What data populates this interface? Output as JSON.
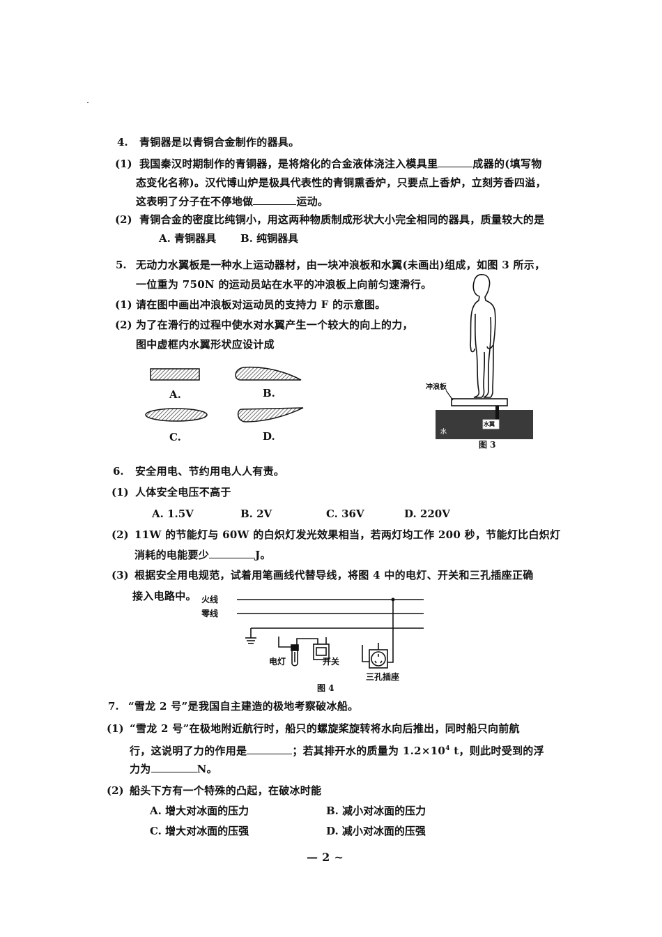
{
  "page_number": "— 2 ~",
  "q4": {
    "number": "4.",
    "stem": "青铜器是以青铜合金制作的器具。",
    "sub1": {
      "number": "(1)",
      "line1_a": "我国秦汉时期制作的青铜器，是将熔化的合金液体浇注入模具里",
      "line1_b": "成器的(填写物",
      "line2": "态变化名称)。汉代博山炉是极具代表性的青铜熏香炉，只要点上香炉，立刻芳香四溢，",
      "line3_a": "这表明了分子在不停地做",
      "line3_b": "运动。"
    },
    "sub2": {
      "number": "(2)",
      "text": "青铜合金的密度比纯铜小，用这两种物质制成形状大小完全相同的器具，质量较大的是",
      "options": [
        "A. 青铜器具",
        "B. 纯铜器具"
      ]
    }
  },
  "q5": {
    "number": "5.",
    "line1": "无动力水翼板是一种水上运动器材，由一块冲浪板和水翼(未画出)组成，如图 3 所示，",
    "line2": "一位重为 750N 的运动员站在水平的冲浪板上向前匀速滑行。",
    "sub1": {
      "number": "(1)",
      "text": "请在图中画出冲浪板对运动员的支持力 F 的示意图。"
    },
    "sub2": {
      "number": "(2)",
      "line1": "为了在滑行的过程中使水对水翼产生一个较大的向上的力，",
      "line2": "图中虚框内水翼形状应设计成",
      "shape_labels": [
        "A.",
        "B.",
        "C.",
        "D."
      ]
    },
    "figure": {
      "board_label": "冲浪板",
      "hydrofoil_label": "水翼",
      "water_label": "水",
      "caption": "图 3"
    }
  },
  "q6": {
    "number": "6.",
    "stem": "安全用电、节约用电人人有责。",
    "sub1": {
      "number": "(1)",
      "text": "人体安全电压不高于",
      "options": [
        "A. 1.5V",
        "B. 2V",
        "C. 36V",
        "D. 220V"
      ]
    },
    "sub2": {
      "number": "(2)",
      "line1": "11W 的节能灯与 60W 的白炽灯发光效果相当，若两灯均工作 200 秒，节能灯比白炽灯",
      "line2_a": "消耗的电能要少",
      "line2_b": "J。"
    },
    "sub3": {
      "number": "(3)",
      "line1": "根据安全用电规范，试着用笔画线代替导线，将图 4 中的电灯、开关和三孔插座正确",
      "line2": "接入电路中。"
    },
    "figure": {
      "live_wire": "火线",
      "neutral_wire": "零线",
      "lamp": "电灯",
      "switch": "开关",
      "socket": "三孔插座",
      "caption": "图 4"
    }
  },
  "q7": {
    "number": "7.",
    "stem": "“雪龙 2 号”是我国自主建造的极地考察破冰船。",
    "sub1": {
      "number": "(1)",
      "line1": "“雪龙 2 号”在极地附近航行时，船只的螺旋桨旋转将水向后推出，同时船只向前航",
      "line2_a": "行，这说明了力的作用是",
      "line2_b": "；若其排开水的质量为 1.2×10",
      "line2_sup": "4",
      "line2_c": " t，则此时受到的浮",
      "line3_a": "力为",
      "line3_b": "N。"
    },
    "sub2": {
      "number": "(2)",
      "text": "船头下方有一个特殊的凸起，在破冰时能",
      "options": [
        "A. 增大对冰面的压力",
        "B. 减小对冰面的压力",
        "C. 增大对冰面的压强",
        "D. 减小对冰面的压强"
      ]
    }
  }
}
